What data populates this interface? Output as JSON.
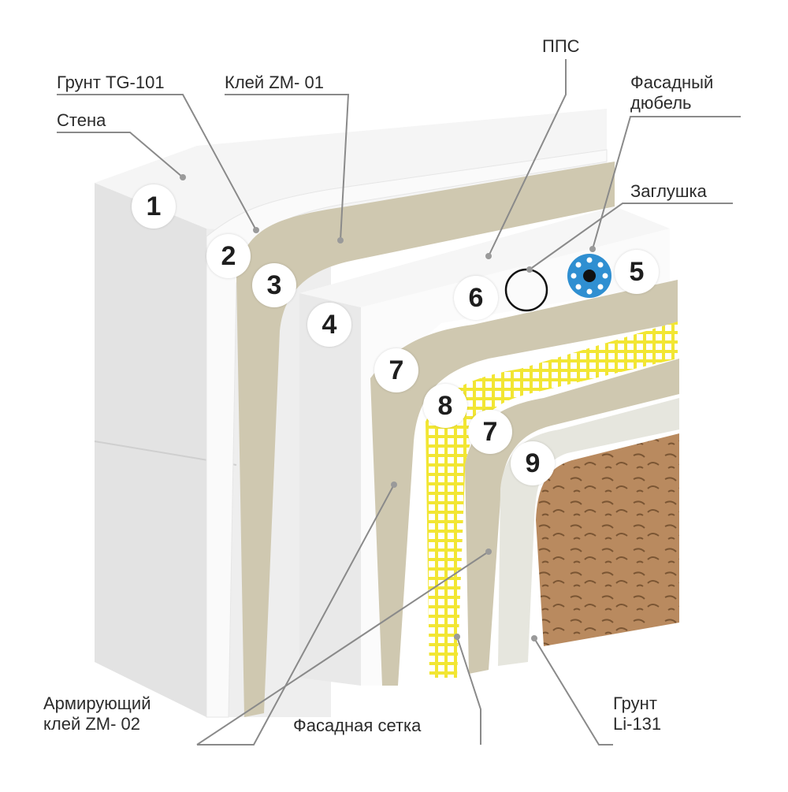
{
  "labels": {
    "wall": "Стена",
    "primer_tg101": "Грунт TG-101",
    "glue_zm01": "Клей ZM- 01",
    "pps": "ППС",
    "dowel_line1": "Фасадный",
    "dowel_line2": "дюбель",
    "plug": "Заглушка",
    "reinforcing_line1": "Армирующий",
    "reinforcing_line2": "клей ZM- 02",
    "mesh": "Фасадная сетка",
    "primer_li131_line1": "Грунт",
    "primer_li131_line2": "Li-131"
  },
  "badges": [
    "1",
    "2",
    "3",
    "4",
    "5",
    "6",
    "7",
    "8",
    "7",
    "9"
  ],
  "colors": {
    "wall": "#ededed",
    "glue": "#cfc8b0",
    "insulation": "#f4f4f4",
    "mesh": "#f2e633",
    "plaster": "#b98a5f",
    "primer": "#e6e6de",
    "dowel": "#2f8fd1",
    "leader": "#8a8a8a"
  }
}
